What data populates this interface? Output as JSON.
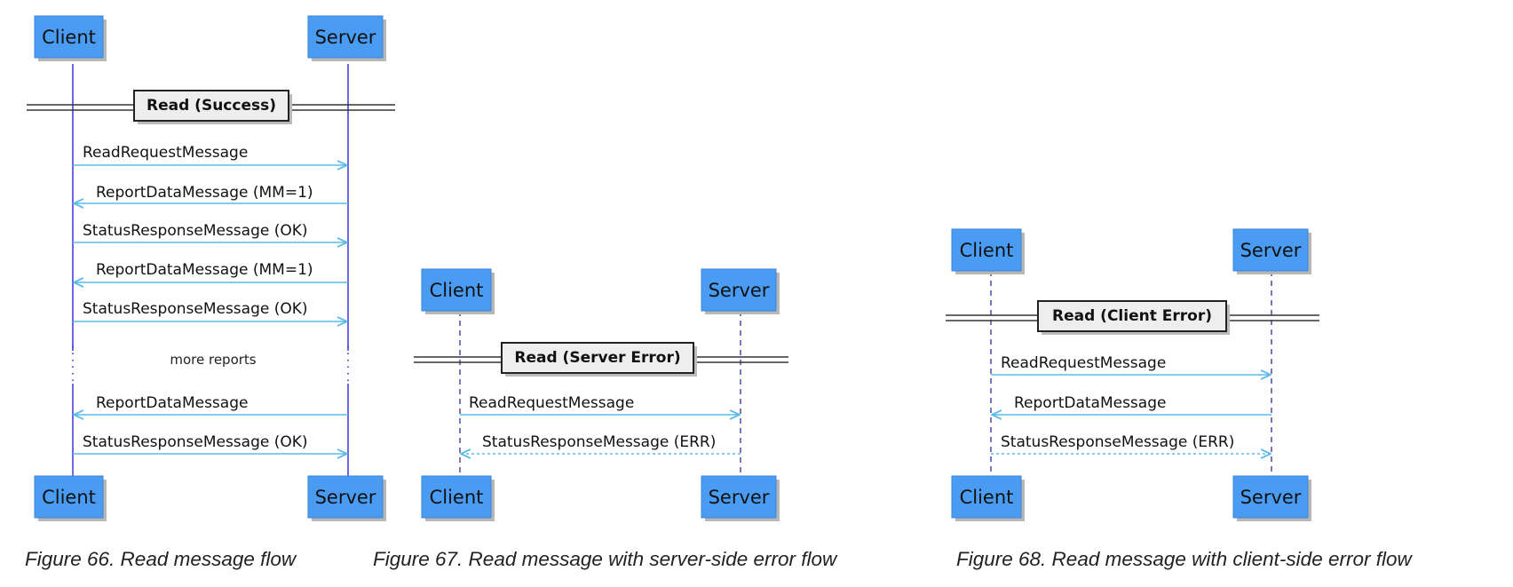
{
  "actors": {
    "client": "Client",
    "server": "Server"
  },
  "figures": [
    {
      "divider": "Read (Success)",
      "messages": [
        "ReadRequestMessage",
        "ReportDataMessage (MM=1)",
        "StatusResponseMessage (OK)",
        "ReportDataMessage (MM=1)",
        "StatusResponseMessage (OK)",
        "ReportDataMessage",
        "StatusResponseMessage (OK)"
      ],
      "gap_note": "more reports",
      "caption": "Figure 66. Read message flow"
    },
    {
      "divider": "Read (Server Error)",
      "messages": [
        "ReadRequestMessage",
        "StatusResponseMessage (ERR)"
      ],
      "caption": "Figure 67. Read message with server-side error flow"
    },
    {
      "divider": "Read (Client Error)",
      "messages": [
        "ReadRequestMessage",
        "ReportDataMessage",
        "StatusResponseMessage (ERR)"
      ],
      "caption": "Figure 68. Read message with client-side error flow"
    }
  ],
  "colors": {
    "actor_fill": "#4a9cf3",
    "arrow": "#5bbbe8",
    "lifeline": "#2b2bd6",
    "divider_box": "#eeeeee"
  }
}
